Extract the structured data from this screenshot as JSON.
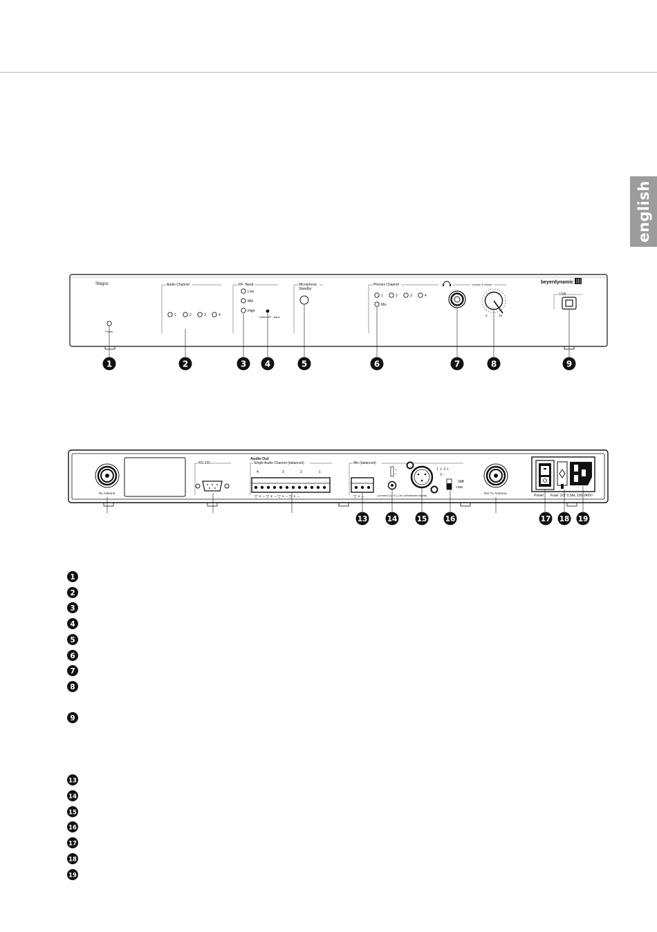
{
  "language_tab": "english",
  "front_panel": {
    "brand_name": "Stegos",
    "power_label": "Power",
    "audio_channel_title": "Audio Channel",
    "audio_channels": [
      "1",
      "2",
      "3",
      "4"
    ],
    "rf_band_title": "RF- Band",
    "rf_bands": [
      "Low",
      "Mid",
      "High"
    ],
    "switch_rf_label": "Switch RF - Band",
    "microphone_title": "Microphone",
    "standby_label": "Standby",
    "phones_channel_title": "Phones Channel",
    "phones_channels": [
      "1",
      "2",
      "3",
      "4"
    ],
    "mix_label": "Mix",
    "volume_title": "Volume & Select",
    "volume_min": "0",
    "volume_max": "10",
    "logo_text": "beyerdynamic",
    "usb_label": "USB",
    "callouts": [
      "1",
      "2",
      "3",
      "4",
      "5",
      "6",
      "7",
      "8",
      "9"
    ]
  },
  "rear_panel": {
    "rx_antenna": "Rx Antenna",
    "rs232": "RS-232",
    "audio_out": "Audio Out",
    "single_audio_channel": "Single Audio Channel  (balanced)",
    "channel_numbers": [
      "4",
      "3",
      "2",
      "1"
    ],
    "mix_balanced": "Mix  (balanced)",
    "connect_note": "(connect (1) to (-) for unbalanced signal)",
    "xlr_pins_top": "1 ⏚   2 +",
    "xlr_pins_bottom": "3 −",
    "level_0db": "0dB",
    "level_10db": "-10dB",
    "rxtx_antenna": "Rx/ Tx Antenna",
    "power_label": "Power",
    "fuse_label": "Fuse: 2xT 0,5AL",
    "voltage_label": "100-240V~",
    "callouts": [
      "13",
      "14",
      "15",
      "16",
      "17",
      "18",
      "19"
    ]
  },
  "legend_items": [
    "1",
    "2",
    "3",
    "4",
    "5",
    "6",
    "7",
    "8",
    "9",
    "13",
    "14",
    "15",
    "16",
    "17",
    "18",
    "19"
  ]
}
